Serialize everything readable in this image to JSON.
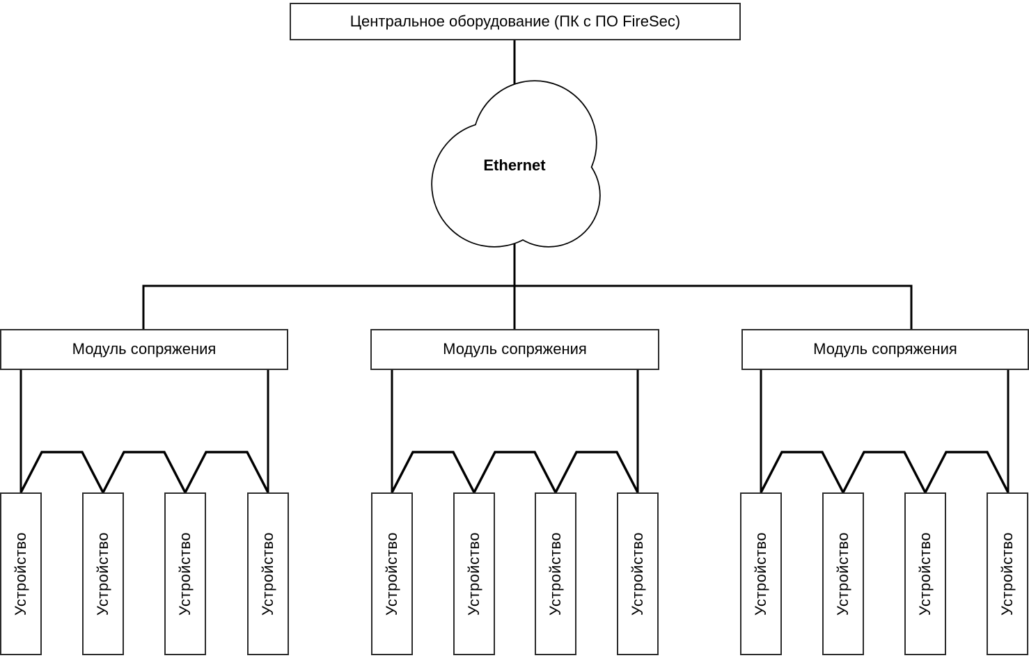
{
  "central_unit_label": "Центральное оборудование (ПК с ПО FireSec)",
  "network_label": "Ethernet",
  "modules": [
    {
      "label": "Модуль сопряжения",
      "devices": [
        "Устройство",
        "Устройство",
        "Устройство",
        "Устройство"
      ]
    },
    {
      "label": "Модуль сопряжения",
      "devices": [
        "Устройство",
        "Устройство",
        "Устройство",
        "Устройство"
      ]
    },
    {
      "label": "Модуль сопряжения",
      "devices": [
        "Устройство",
        "Устройство",
        "Устройство",
        "Устройство"
      ]
    }
  ],
  "colors": {
    "background": "#ffffff",
    "line": "#000000",
    "box_border": "#2b2b2b",
    "text": "#000000"
  }
}
